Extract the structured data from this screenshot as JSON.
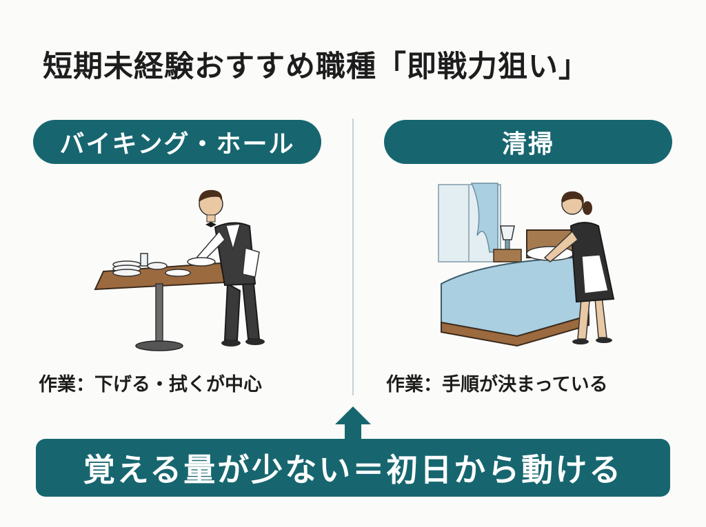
{
  "title": "短期未経験おすすめ職種「即戦力狙い」",
  "left": {
    "label": "バイキング・ホール",
    "caption": "作業：下げる・拭くが中心"
  },
  "right": {
    "label": "清掃",
    "caption": "作業：手順が決まっている"
  },
  "banner": "覚える量が少ない＝初日から動ける",
  "colors": {
    "accent": "#17666f",
    "background": "#fbfbf9",
    "divider": "#c6d1d7"
  }
}
